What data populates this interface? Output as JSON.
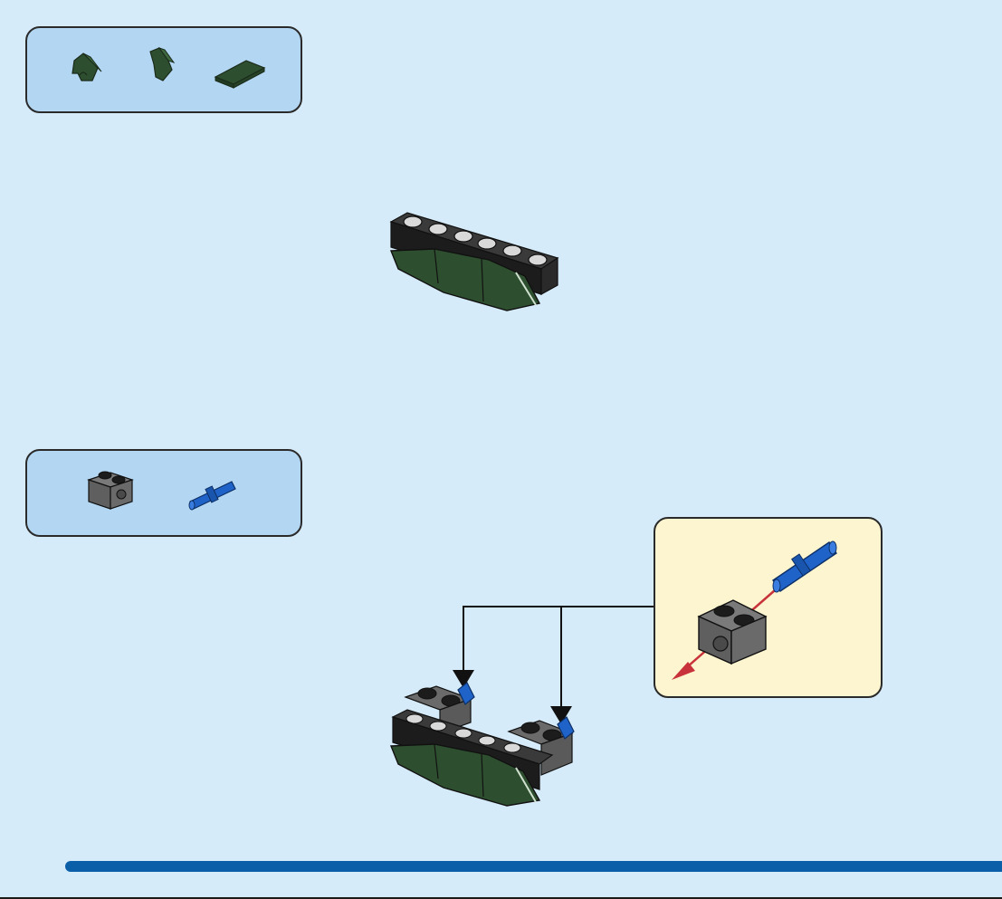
{
  "steps": [
    {
      "parts": [
        "green-wedge-left-icon",
        "green-wedge-right-icon",
        "green-tile-icon"
      ],
      "model": "green-curved-brick-assembly"
    },
    {
      "parts": [
        "dark-gray-technic-brick-icon",
        "blue-technic-pin-icon"
      ],
      "model": "assembly-with-technic-bricks",
      "callout": "pin-insertion-detail"
    }
  ],
  "colors": {
    "background": "#d6ebf9",
    "parts_box": "#b3d7f2",
    "callout": "#fdf5cf",
    "dark_green": "#2e4f2f",
    "dark_gray": "#5f5f5f",
    "black": "#1c1c1c",
    "blue": "#1f63c9",
    "red_arrow": "#c8323a",
    "accent_bar": "#0b5ea8"
  }
}
